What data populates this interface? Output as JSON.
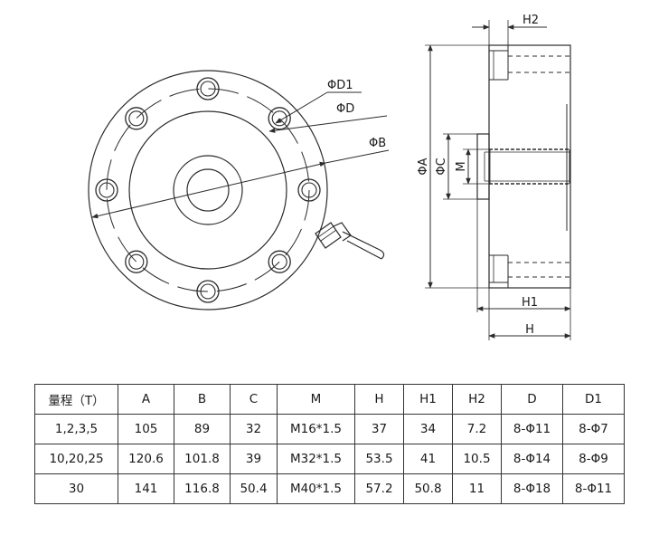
{
  "front_view": {
    "labels": [
      "ΦD1",
      "ΦD",
      "ΦB"
    ],
    "bolt_holes_count": 8
  },
  "side_view": {
    "vertical_labels": [
      "ΦA",
      "ΦC",
      "M"
    ],
    "horizontal_labels": [
      "H2",
      "H1",
      "H"
    ]
  },
  "table": {
    "headers": [
      "量程（T）",
      "A",
      "B",
      "C",
      "M",
      "H",
      "H1",
      "H2",
      "D",
      "D1"
    ],
    "rows": [
      [
        "1,2,3,5",
        "105",
        "89",
        "32",
        "M16*1.5",
        "37",
        "34",
        "7.2",
        "8-Φ11",
        "8-Φ7"
      ],
      [
        "10,20,25",
        "120.6",
        "101.8",
        "39",
        "M32*1.5",
        "53.5",
        "41",
        "10.5",
        "8-Φ14",
        "8-Φ9"
      ],
      [
        "30",
        "141",
        "116.8",
        "50.4",
        "M40*1.5",
        "57.2",
        "50.8",
        "11",
        "8-Φ18",
        "8-Φ11"
      ]
    ]
  },
  "colors": {
    "line": "#2b2b2b",
    "fill": "#ffffff"
  }
}
